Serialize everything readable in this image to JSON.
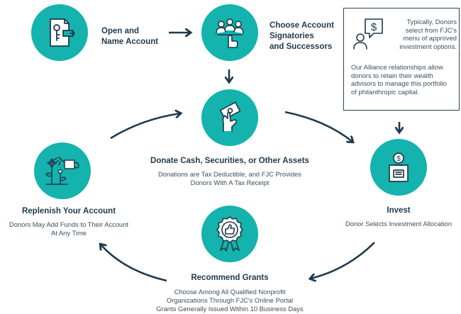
{
  "steps": {
    "open_account": {
      "title_lines": [
        "Open and",
        "Name Account"
      ],
      "icon": "document-key-icon"
    },
    "choose_signatories": {
      "title_lines": [
        "Choose Account",
        "Signatories",
        "and Successors"
      ],
      "icon": "group-hand-icon"
    },
    "donate": {
      "title": "Donate Cash, Securities, or Other Assets",
      "desc_lines": [
        "Donations are Tax Deductible, and FJC Provides",
        "Donors With A Tax Receipt"
      ],
      "icon": "hand-money-icon"
    },
    "invest": {
      "title": "Invest",
      "desc_lines": [
        "Donor Selects Investment Allocation"
      ],
      "icon": "coin-box-icon"
    },
    "recommend_grants": {
      "title": "Recommend Grants",
      "desc_lines": [
        "Choose Among All Qualified Nonprofit",
        "Organizations  Through FJC's Online Portal",
        "Grants Generally Issued Within 10 Business Days"
      ],
      "icon": "thumbs-up-ribbon-icon"
    },
    "replenish": {
      "title": "Replenish Your Account",
      "desc_lines": [
        "Donors May Add Funds to Their Account",
        "At Any Time"
      ],
      "icon": "watering-can-flowers-icon"
    }
  },
  "note": {
    "top_lines": [
      "Typically, Donors",
      "select from FJC's",
      "menu of approved",
      "investment options."
    ],
    "bottom_lines": [
      "Our Alliance relationships allow",
      "donors to retain their wealth",
      "advisors to manage this portfolio",
      "of philanthropic capital."
    ],
    "icon": "advisor-dollar-speech-icon"
  },
  "colors": {
    "accent": "#14b3ad",
    "text": "#1f3a4d",
    "arrow": "#1f3a4d"
  }
}
